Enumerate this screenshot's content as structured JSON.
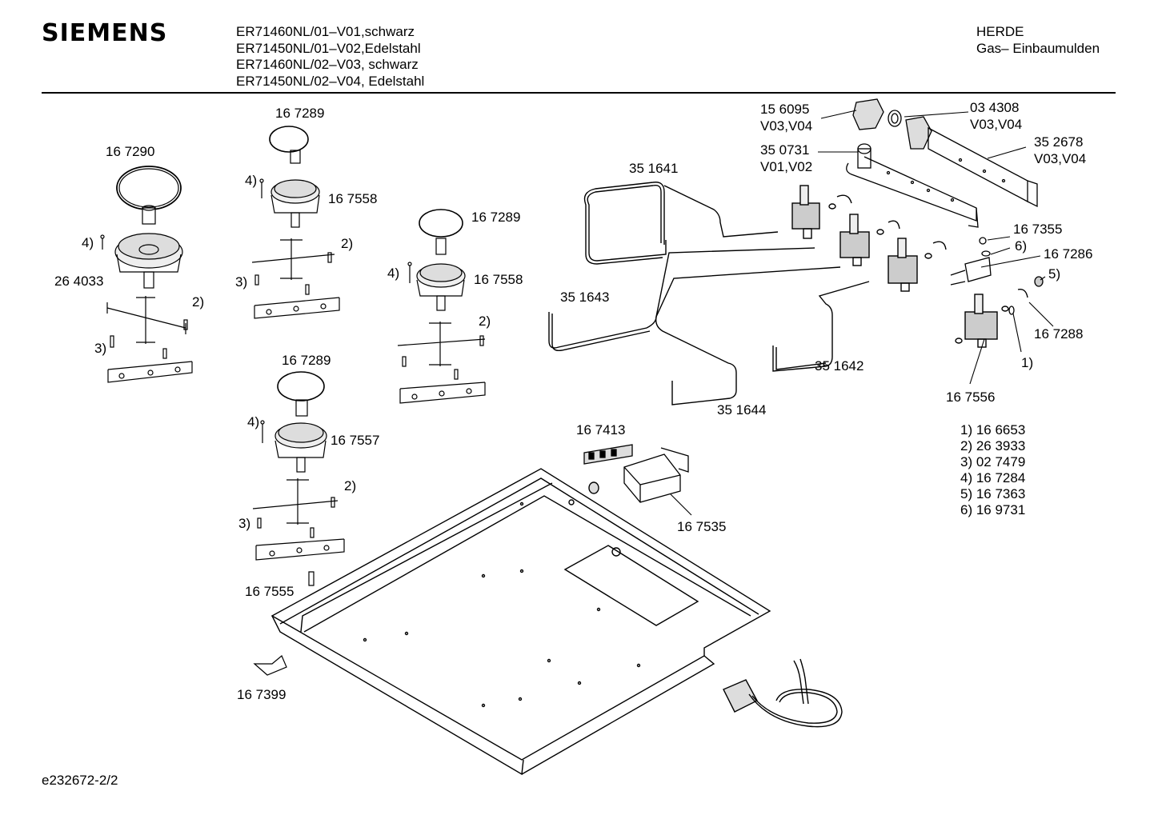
{
  "header": {
    "brand": "SIEMENS",
    "models": [
      "ER71460NL/01–V01,schwarz",
      "ER71450NL/01–V02,Edelstahl",
      "ER71460NL/02–V03, schwarz",
      "ER71450NL/02–V04, Edelstahl"
    ],
    "category_line1": "HERDE",
    "category_line2": "Gas– Einbaumulden"
  },
  "labels": {
    "ring_a": "16 7290",
    "ring_b": "16 7289",
    "ring_c": "16 7289",
    "ring_d": "16 7289",
    "burner_large": "26 4033",
    "burner_b": "16 7558",
    "burner_c": "16 7558",
    "burner_d": "16 7557",
    "nozzle": "16 7555",
    "clip": "16 7399",
    "tube_1641": "35 1641",
    "tube_1643": "35 1643",
    "tube_1644": "35 1644",
    "tube_1642": "35 1642",
    "elbow": "15 6095",
    "elbow_var": "V03,V04",
    "seal": "03 4308",
    "seal_var": "V03,V04",
    "manifold": "35 0731",
    "manifold_var": "V01,V02",
    "rail": "35 2678",
    "rail_var": "V03,V04",
    "part_7355": "16 7355",
    "part_7286": "16 7286",
    "part_7288": "16 7288",
    "valve": "16 7556",
    "terminal": "16 7413",
    "ignition_box": "16 7535"
  },
  "callouts": {
    "c1": "1)",
    "c2": "2)",
    "c3": "3)",
    "c4": "4)",
    "c5": "5)",
    "c6": "6)"
  },
  "legend": [
    "1)  16 6653",
    "2)  26 3933",
    "3)  02 7479",
    "4)  16 7284",
    "5)  16 7363",
    "6)  16 9731"
  ],
  "footer": "e232672-2/2"
}
